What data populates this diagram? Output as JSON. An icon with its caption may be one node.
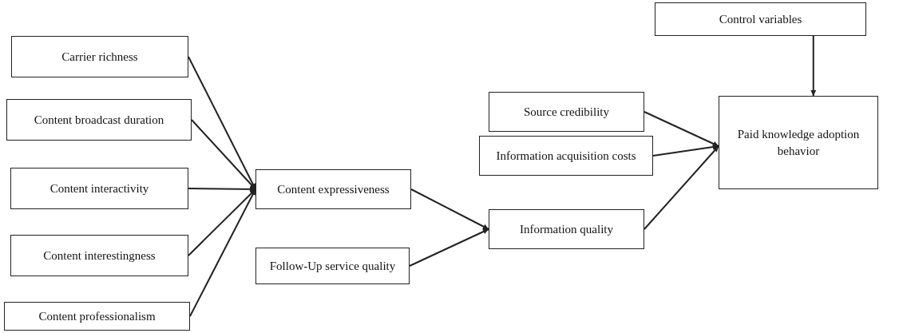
{
  "diagram": {
    "nodes": [
      {
        "text": [
          "Carrier richness"
        ]
      },
      {
        "text": [
          "Content broadcast duration"
        ]
      },
      {
        "text": [
          "Content interactivity"
        ]
      },
      {
        "text": [
          "Content interestingness"
        ]
      },
      {
        "text": [
          "Content professionalism"
        ]
      },
      {
        "text": [
          "Content expressiveness"
        ]
      },
      {
        "text": [
          "Follow-Up service quality"
        ]
      },
      {
        "text": [
          "Information quality"
        ]
      },
      {
        "text": [
          "Source credibility"
        ]
      },
      {
        "text": [
          "Information acquisition costs"
        ]
      },
      {
        "text": [
          "Paid knowledge adoption behavior"
        ]
      },
      {
        "text": [
          "Control variables"
        ]
      }
    ],
    "edges": [
      {
        "from": 0,
        "to": 5,
        "arrow": "to"
      },
      {
        "from": 1,
        "to": 5,
        "arrow": "to"
      },
      {
        "from": 2,
        "to": 5,
        "arrow": "to"
      },
      {
        "from": 3,
        "to": 5,
        "arrow": "to"
      },
      {
        "from": 4,
        "to": 5,
        "arrow": "to"
      },
      {
        "from": 5,
        "to": 7,
        "arrow": "to"
      },
      {
        "from": 6,
        "to": 7,
        "arrow": "to"
      },
      {
        "from": 8,
        "to": 10,
        "arrow": "to"
      },
      {
        "from": 9,
        "to": 10,
        "arrow": "to"
      },
      {
        "from": 7,
        "to": 10,
        "arrow": "to"
      },
      {
        "from": 11,
        "to": 10,
        "arrow": "to"
      }
    ]
  }
}
